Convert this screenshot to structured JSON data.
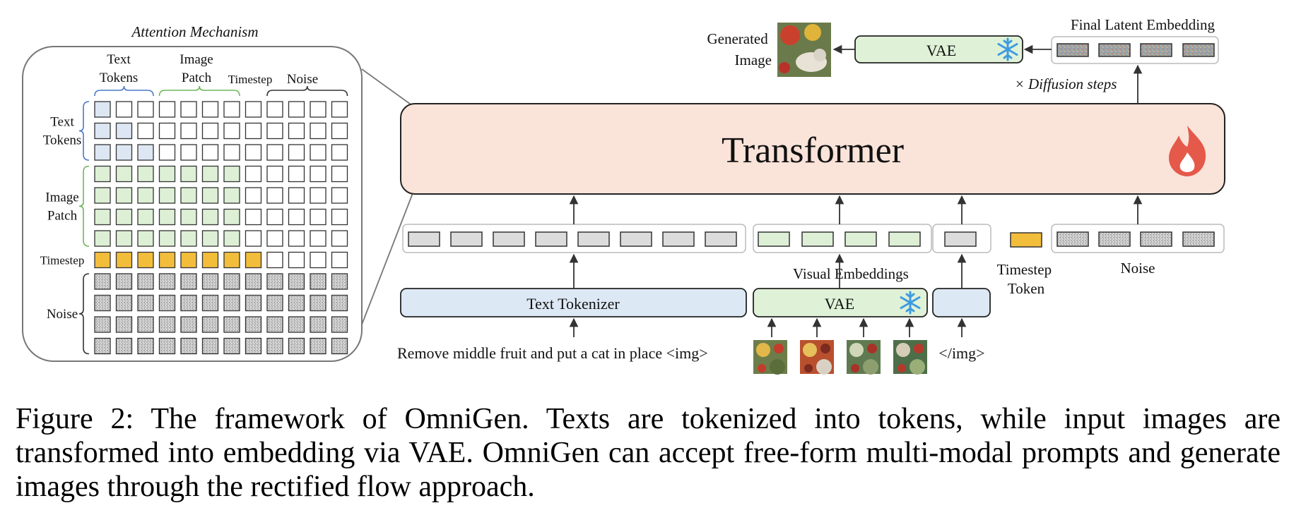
{
  "attention": {
    "title": "Attention Mechanism",
    "col_headers": [
      {
        "lines": [
          "Text",
          "Tokens"
        ]
      },
      {
        "lines": [
          "Image",
          "Patch"
        ]
      },
      {
        "lines": [
          "Timestep"
        ]
      },
      {
        "lines": [
          "Noise"
        ]
      }
    ],
    "row_labels": [
      {
        "lines": [
          "Text",
          "Tokens"
        ]
      },
      {
        "lines": [
          "Image",
          "Patch"
        ]
      },
      {
        "lines": [
          "Timestep"
        ]
      },
      {
        "lines": [
          "Noise"
        ]
      }
    ]
  },
  "transformer": {
    "label": "Transformer"
  },
  "text_tokenizer": {
    "label": "Text Tokenizer"
  },
  "vae_input": {
    "label": "VAE"
  },
  "vae_output": {
    "label": "VAE"
  },
  "prompt": {
    "text": "Remove middle fruit and put a cat in place <img>",
    "close_tag": "</img>"
  },
  "labels": {
    "visual_embeddings": "Visual Embeddings",
    "timestep_token": [
      "Timestep",
      "Token"
    ],
    "noise": "Noise",
    "final_latent": "Final Latent Embedding",
    "diffusion_steps": "× Diffusion steps",
    "generated_image": [
      "Generated",
      "Image"
    ]
  },
  "colors": {
    "text_token": "#dde7f3",
    "image_patch": "#ddf0d6",
    "timestep": "#f3bd3c",
    "noise": "#cfcfcf",
    "transformer_fill": "#fae3d9",
    "tokenizer_fill": "#dde8f5",
    "vae_fill": "#dff2d8",
    "flame": "#e5594a",
    "snowflake": "#3e9be0"
  },
  "icons": {
    "frozen": "snowflake-icon",
    "trainable": "flame-icon"
  },
  "caption": "Figure 2: The framework of OmniGen. Texts are tokenized into tokens, while input images are transformed into embedding via VAE. OmniGen can accept free-form multi-modal prompts and generate images through the rectified flow approach."
}
